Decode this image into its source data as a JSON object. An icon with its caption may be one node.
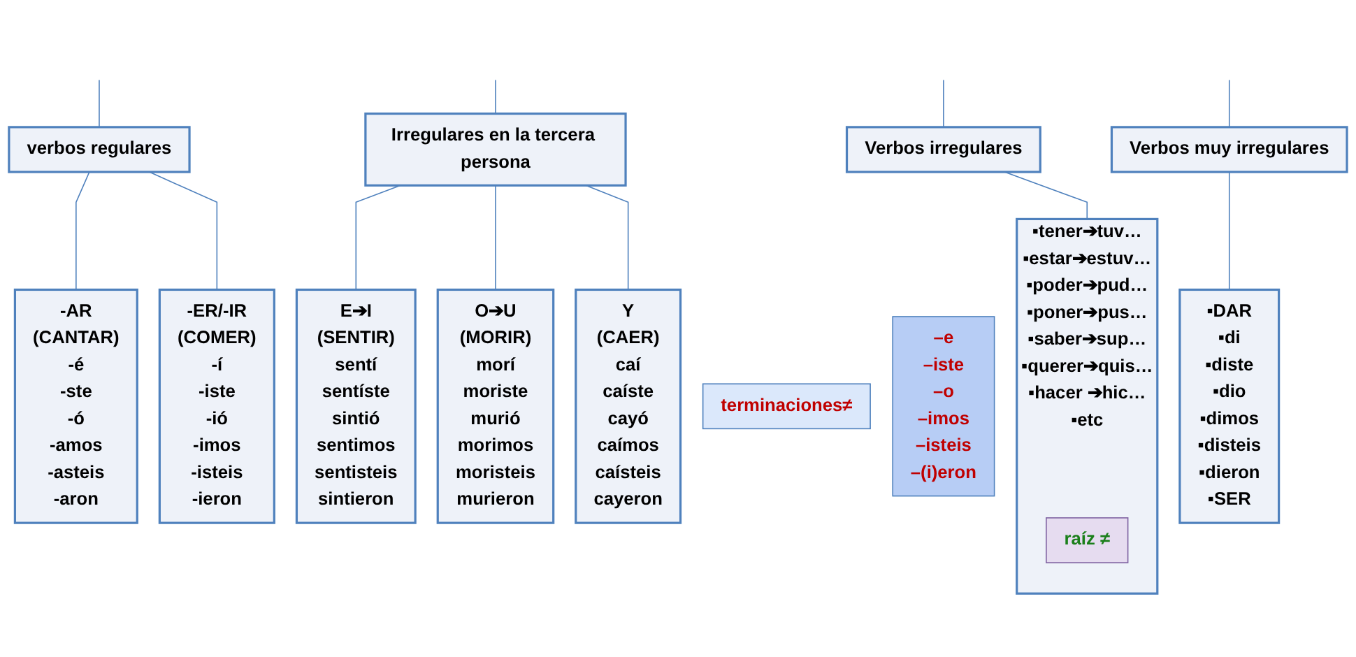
{
  "diagram": {
    "nodes": [
      {
        "text": [
          "verbos regulares"
        ]
      },
      {
        "text": [
          "Irregulares en la tercera persona"
        ]
      },
      {
        "text": [
          "Verbos irregulares"
        ]
      },
      {
        "text": [
          "Verbos muy irregulares"
        ]
      },
      {
        "text": [
          "-AR",
          "(CANTAR)",
          "-é",
          "-ste",
          "-ó",
          "-amos",
          "-asteis",
          "-aron"
        ]
      },
      {
        "text": [
          "-ER/-IR",
          "(COMER)",
          "-í",
          "-iste",
          "-ió",
          "-imos",
          "-isteis",
          "-ieron"
        ]
      },
      {
        "text": [
          "E➔I",
          "(SENTIR)",
          "sentí",
          "sentíste",
          "sintió",
          "sentimos",
          "sentisteis",
          "sintieron"
        ]
      },
      {
        "text": [
          "O➔U",
          "(MORIR)",
          "morí",
          "moriste",
          "murió",
          "morimos",
          "moristeis",
          "murieron"
        ]
      },
      {
        "text": [
          "Y",
          "(CAER)",
          "caí",
          "caíste",
          "cayó",
          "caímos",
          "caísteis",
          "cayeron"
        ]
      },
      {
        "text": [
          "▪tener➔tuv…",
          "▪estar➔estuv…",
          "▪poder➔pud…",
          "▪poner➔pus…",
          "▪saber➔sup…",
          "▪querer➔quis…",
          "▪hacer ➔hic…",
          "▪etc"
        ]
      },
      {
        "text": [
          "raíz ≠"
        ],
        "in": 9
      },
      {
        "text": [
          "terminaciones≠"
        ]
      },
      {
        "text": [
          "–e",
          "–iste",
          "–o",
          "–imos",
          "–isteis",
          "–(i)eron"
        ]
      },
      {
        "text": [
          "▪DAR",
          "▪di",
          "▪diste",
          "▪dio",
          "▪dimos",
          "▪disteis",
          "▪dieron",
          "▪SER"
        ]
      }
    ],
    "edges": [
      {
        "from": null,
        "to": 0,
        "arrow": "none"
      },
      {
        "from": null,
        "to": 1,
        "arrow": "none"
      },
      {
        "from": null,
        "to": 2,
        "arrow": "none"
      },
      {
        "from": null,
        "to": 3,
        "arrow": "none"
      },
      {
        "from": 0,
        "to": 4,
        "arrow": "none"
      },
      {
        "from": 0,
        "to": 5,
        "arrow": "none"
      },
      {
        "from": 1,
        "to": 6,
        "arrow": "none"
      },
      {
        "from": 1,
        "to": 7,
        "arrow": "none"
      },
      {
        "from": 1,
        "to": 8,
        "arrow": "none"
      },
      {
        "from": 2,
        "to": 9,
        "arrow": "none"
      },
      {
        "from": 3,
        "to": 13,
        "arrow": "none"
      }
    ]
  }
}
